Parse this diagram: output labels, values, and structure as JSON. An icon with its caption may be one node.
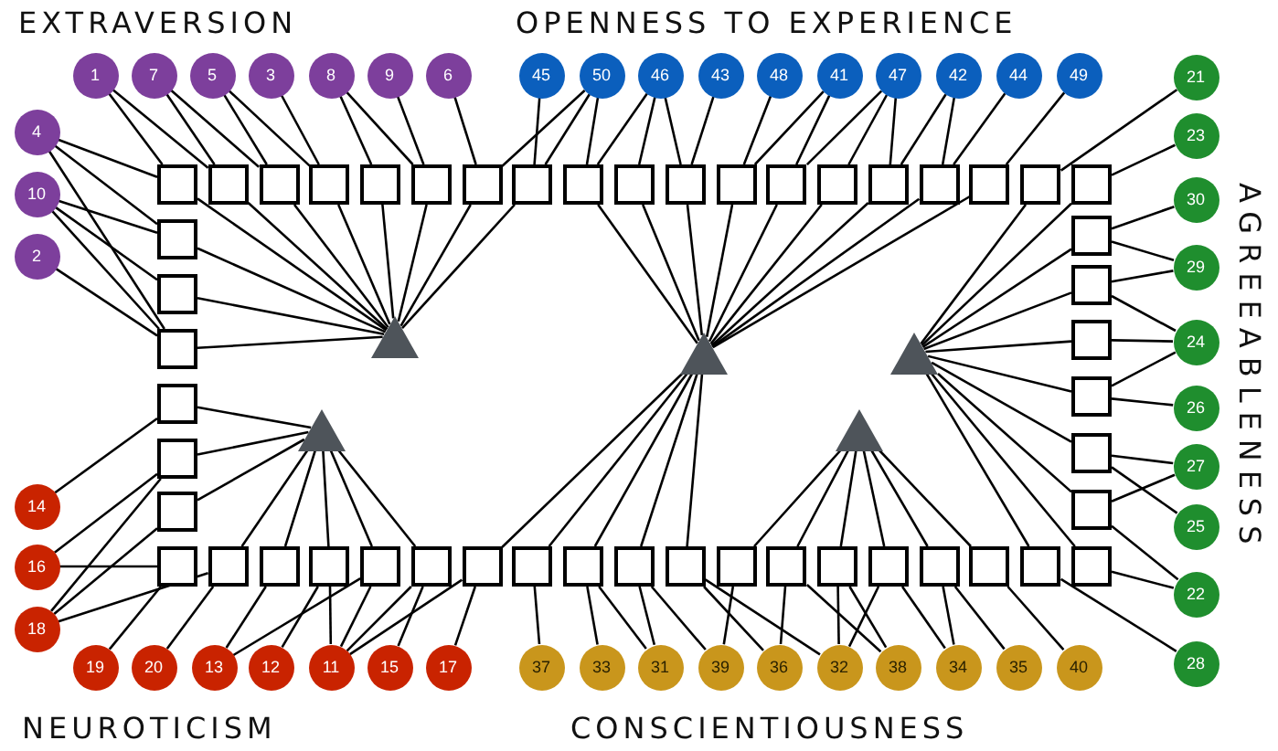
{
  "diagram": {
    "nodes": [
      {
        "text": [
          "1"
        ]
      },
      {
        "text": [
          "7"
        ]
      },
      {
        "text": [
          "5"
        ]
      },
      {
        "text": [
          "3"
        ]
      },
      {
        "text": [
          "8"
        ]
      },
      {
        "text": [
          "9"
        ]
      },
      {
        "text": [
          "6"
        ]
      },
      {
        "text": [
          "45"
        ]
      },
      {
        "text": [
          "50"
        ]
      },
      {
        "text": [
          "46"
        ]
      },
      {
        "text": [
          "43"
        ]
      },
      {
        "text": [
          "48"
        ]
      },
      {
        "text": [
          "41"
        ]
      },
      {
        "text": [
          "47"
        ]
      },
      {
        "text": [
          "42"
        ]
      },
      {
        "text": [
          "44"
        ]
      },
      {
        "text": [
          "49"
        ]
      },
      {
        "text": [
          "21"
        ]
      },
      {
        "text": [
          "4"
        ]
      },
      {
        "text": [
          "23"
        ]
      },
      {
        "text": [
          "10"
        ]
      },
      {
        "text": [
          "30"
        ]
      },
      {
        "text": [
          "2"
        ]
      },
      {
        "text": [
          "29"
        ]
      },
      {
        "text": [],
        "shape": "box"
      },
      {
        "text": [],
        "shape": "box"
      },
      {
        "text": [],
        "shape": "box"
      },
      {
        "text": [],
        "shape": "box"
      },
      {
        "text": [],
        "shape": "box"
      },
      {
        "text": [],
        "shape": "box"
      },
      {
        "text": [],
        "shape": "box"
      },
      {
        "text": [],
        "shape": "box"
      },
      {
        "text": [],
        "shape": "box"
      },
      {
        "text": [],
        "shape": "box"
      },
      {
        "text": [],
        "shape": "box"
      },
      {
        "text": [],
        "shape": "box"
      },
      {
        "text": [],
        "shape": "box"
      },
      {
        "text": [],
        "shape": "box"
      },
      {
        "text": [],
        "shape": "box"
      },
      {
        "text": [],
        "shape": "box"
      },
      {
        "text": [],
        "shape": "box"
      },
      {
        "text": [],
        "shape": "box"
      },
      {
        "text": [],
        "shape": "box"
      },
      {
        "text": [],
        "shape": "box"
      },
      {
        "text": [],
        "shape": "box"
      },
      {
        "text": [],
        "shape": "box"
      },
      {
        "text": [],
        "shape": "box"
      },
      {
        "text": [],
        "shape": "box"
      },
      {
        "text": [],
        "shape": "box"
      },
      {
        "text": [],
        "shape": "box"
      },
      {
        "text": [],
        "shape": "box"
      },
      {
        "text": [],
        "shape": "box"
      },
      {
        "text": [],
        "shape": "box"
      },
      {
        "text": [],
        "shape": "box"
      },
      {
        "text": [],
        "shape": "box"
      },
      {
        "text": [],
        "shape": "triangle"
      },
      {
        "text": [],
        "shape": "triangle"
      },
      {
        "text": [],
        "shape": "triangle"
      },
      {
        "text": [],
        "shape": "triangle"
      },
      {
        "text": [],
        "shape": "triangle"
      },
      {
        "text": [
          "24"
        ]
      },
      {
        "text": [
          "26"
        ]
      },
      {
        "text": [
          "27"
        ]
      },
      {
        "text": [
          "14"
        ]
      },
      {
        "text": [
          "25"
        ]
      },
      {
        "text": [
          "16"
        ]
      },
      {
        "text": [
          "22"
        ]
      },
      {
        "text": [
          "18"
        ]
      },
      {
        "text": [],
        "shape": "box"
      },
      {
        "text": [],
        "shape": "box"
      },
      {
        "text": [],
        "shape": "box"
      },
      {
        "text": [],
        "shape": "box"
      },
      {
        "text": [],
        "shape": "box"
      },
      {
        "text": [],
        "shape": "box"
      },
      {
        "text": [],
        "shape": "box"
      },
      {
        "text": [],
        "shape": "box"
      },
      {
        "text": [],
        "shape": "box"
      },
      {
        "text": [],
        "shape": "box"
      },
      {
        "text": [],
        "shape": "box"
      },
      {
        "text": [],
        "shape": "box"
      },
      {
        "text": [],
        "shape": "box"
      },
      {
        "text": [],
        "shape": "box"
      },
      {
        "text": [],
        "shape": "box"
      },
      {
        "text": [],
        "shape": "box"
      },
      {
        "text": [],
        "shape": "box"
      },
      {
        "text": [],
        "shape": "box"
      },
      {
        "text": [],
        "shape": "box"
      },
      {
        "text": [
          "19"
        ]
      },
      {
        "text": [
          "20"
        ]
      },
      {
        "text": [
          "13"
        ]
      },
      {
        "text": [
          "12"
        ]
      },
      {
        "text": [
          "11"
        ]
      },
      {
        "text": [
          "15"
        ]
      },
      {
        "text": [
          "17"
        ]
      },
      {
        "text": [
          "37"
        ]
      },
      {
        "text": [
          "33"
        ]
      },
      {
        "text": [
          "31"
        ]
      },
      {
        "text": [
          "39"
        ]
      },
      {
        "text": [
          "36"
        ]
      },
      {
        "text": [
          "32"
        ]
      },
      {
        "text": [
          "38"
        ]
      },
      {
        "text": [
          "34"
        ]
      },
      {
        "text": [
          "35"
        ]
      },
      {
        "text": [
          "40"
        ]
      },
      {
        "text": [
          "28"
        ]
      }
    ],
    "edges": [
      {
        "from": 0,
        "to": 24,
        "arrow": "none"
      },
      {
        "from": 0,
        "to": 25,
        "arrow": "none"
      },
      {
        "from": 1,
        "to": 25,
        "arrow": "none"
      },
      {
        "from": 1,
        "to": 26,
        "arrow": "none"
      },
      {
        "from": 2,
        "to": 26,
        "arrow": "none"
      },
      {
        "from": 2,
        "to": 27,
        "arrow": "none"
      },
      {
        "from": 3,
        "to": 27,
        "arrow": "none"
      },
      {
        "from": 4,
        "to": 28,
        "arrow": "none"
      },
      {
        "from": 4,
        "to": 29,
        "arrow": "none"
      },
      {
        "from": 5,
        "to": 29,
        "arrow": "none"
      },
      {
        "from": 6,
        "to": 30,
        "arrow": "none"
      },
      {
        "from": 18,
        "to": 24,
        "arrow": "none"
      },
      {
        "from": 18,
        "to": 43,
        "arrow": "none"
      },
      {
        "from": 18,
        "to": 45,
        "arrow": "none"
      },
      {
        "from": 20,
        "to": 43,
        "arrow": "none"
      },
      {
        "from": 20,
        "to": 44,
        "arrow": "none"
      },
      {
        "from": 20,
        "to": 45,
        "arrow": "none"
      },
      {
        "from": 22,
        "to": 45,
        "arrow": "none"
      },
      {
        "from": 55,
        "to": 24,
        "arrow": "none"
      },
      {
        "from": 55,
        "to": 25,
        "arrow": "none"
      },
      {
        "from": 55,
        "to": 26,
        "arrow": "none"
      },
      {
        "from": 55,
        "to": 27,
        "arrow": "none"
      },
      {
        "from": 55,
        "to": 28,
        "arrow": "none"
      },
      {
        "from": 55,
        "to": 29,
        "arrow": "none"
      },
      {
        "from": 55,
        "to": 30,
        "arrow": "none"
      },
      {
        "from": 55,
        "to": 31,
        "arrow": "none"
      },
      {
        "from": 55,
        "to": 43,
        "arrow": "none"
      },
      {
        "from": 55,
        "to": 44,
        "arrow": "none"
      },
      {
        "from": 55,
        "to": 45,
        "arrow": "none"
      },
      {
        "from": 7,
        "to": 31,
        "arrow": "none"
      },
      {
        "from": 8,
        "to": 30,
        "arrow": "none"
      },
      {
        "from": 8,
        "to": 31,
        "arrow": "none"
      },
      {
        "from": 8,
        "to": 32,
        "arrow": "none"
      },
      {
        "from": 9,
        "to": 32,
        "arrow": "none"
      },
      {
        "from": 9,
        "to": 33,
        "arrow": "none"
      },
      {
        "from": 9,
        "to": 34,
        "arrow": "none"
      },
      {
        "from": 10,
        "to": 34,
        "arrow": "none"
      },
      {
        "from": 11,
        "to": 35,
        "arrow": "none"
      },
      {
        "from": 12,
        "to": 35,
        "arrow": "none"
      },
      {
        "from": 12,
        "to": 36,
        "arrow": "none"
      },
      {
        "from": 13,
        "to": 36,
        "arrow": "none"
      },
      {
        "from": 13,
        "to": 37,
        "arrow": "none"
      },
      {
        "from": 13,
        "to": 38,
        "arrow": "none"
      },
      {
        "from": 14,
        "to": 38,
        "arrow": "none"
      },
      {
        "from": 14,
        "to": 39,
        "arrow": "none"
      },
      {
        "from": 15,
        "to": 39,
        "arrow": "none"
      },
      {
        "from": 16,
        "to": 40,
        "arrow": "none"
      },
      {
        "from": 56,
        "to": 32,
        "arrow": "none"
      },
      {
        "from": 56,
        "to": 33,
        "arrow": "none"
      },
      {
        "from": 56,
        "to": 34,
        "arrow": "none"
      },
      {
        "from": 56,
        "to": 35,
        "arrow": "none"
      },
      {
        "from": 56,
        "to": 36,
        "arrow": "none"
      },
      {
        "from": 56,
        "to": 37,
        "arrow": "none"
      },
      {
        "from": 56,
        "to": 38,
        "arrow": "none"
      },
      {
        "from": 56,
        "to": 39,
        "arrow": "none"
      },
      {
        "from": 56,
        "to": 40,
        "arrow": "none"
      },
      {
        "from": 56,
        "to": 74,
        "arrow": "none"
      },
      {
        "from": 56,
        "to": 75,
        "arrow": "none"
      },
      {
        "from": 56,
        "to": 76,
        "arrow": "none"
      },
      {
        "from": 56,
        "to": 77,
        "arrow": "none"
      },
      {
        "from": 56,
        "to": 78,
        "arrow": "none"
      },
      {
        "from": 17,
        "to": 41,
        "arrow": "none"
      },
      {
        "from": 19,
        "to": 42,
        "arrow": "none"
      },
      {
        "from": 21,
        "to": 49,
        "arrow": "none"
      },
      {
        "from": 23,
        "to": 49,
        "arrow": "none"
      },
      {
        "from": 23,
        "to": 50,
        "arrow": "none"
      },
      {
        "from": 60,
        "to": 50,
        "arrow": "none"
      },
      {
        "from": 60,
        "to": 51,
        "arrow": "none"
      },
      {
        "from": 60,
        "to": 52,
        "arrow": "none"
      },
      {
        "from": 61,
        "to": 52,
        "arrow": "none"
      },
      {
        "from": 62,
        "to": 53,
        "arrow": "none"
      },
      {
        "from": 62,
        "to": 54,
        "arrow": "none"
      },
      {
        "from": 64,
        "to": 53,
        "arrow": "none"
      },
      {
        "from": 66,
        "to": 54,
        "arrow": "none"
      },
      {
        "from": 66,
        "to": 86,
        "arrow": "none"
      },
      {
        "from": 104,
        "to": 85,
        "arrow": "none"
      },
      {
        "from": 57,
        "to": 41,
        "arrow": "none"
      },
      {
        "from": 57,
        "to": 42,
        "arrow": "none"
      },
      {
        "from": 57,
        "to": 49,
        "arrow": "none"
      },
      {
        "from": 57,
        "to": 50,
        "arrow": "none"
      },
      {
        "from": 57,
        "to": 51,
        "arrow": "none"
      },
      {
        "from": 57,
        "to": 52,
        "arrow": "none"
      },
      {
        "from": 57,
        "to": 53,
        "arrow": "none"
      },
      {
        "from": 57,
        "to": 54,
        "arrow": "none"
      },
      {
        "from": 57,
        "to": 85,
        "arrow": "none"
      },
      {
        "from": 57,
        "to": 86,
        "arrow": "none"
      },
      {
        "from": 63,
        "to": 46,
        "arrow": "none"
      },
      {
        "from": 65,
        "to": 47,
        "arrow": "none"
      },
      {
        "from": 65,
        "to": 68,
        "arrow": "none"
      },
      {
        "from": 67,
        "to": 47,
        "arrow": "none"
      },
      {
        "from": 67,
        "to": 48,
        "arrow": "none"
      },
      {
        "from": 67,
        "to": 69,
        "arrow": "none"
      },
      {
        "from": 87,
        "to": 68,
        "arrow": "none"
      },
      {
        "from": 88,
        "to": 69,
        "arrow": "none"
      },
      {
        "from": 89,
        "to": 70,
        "arrow": "none"
      },
      {
        "from": 89,
        "to": 72,
        "arrow": "none"
      },
      {
        "from": 90,
        "to": 71,
        "arrow": "none"
      },
      {
        "from": 91,
        "to": 71,
        "arrow": "none"
      },
      {
        "from": 91,
        "to": 72,
        "arrow": "none"
      },
      {
        "from": 91,
        "to": 73,
        "arrow": "none"
      },
      {
        "from": 91,
        "to": 74,
        "arrow": "none"
      },
      {
        "from": 92,
        "to": 73,
        "arrow": "none"
      },
      {
        "from": 93,
        "to": 74,
        "arrow": "none"
      },
      {
        "from": 58,
        "to": 46,
        "arrow": "none"
      },
      {
        "from": 58,
        "to": 47,
        "arrow": "none"
      },
      {
        "from": 58,
        "to": 48,
        "arrow": "none"
      },
      {
        "from": 58,
        "to": 69,
        "arrow": "none"
      },
      {
        "from": 58,
        "to": 70,
        "arrow": "none"
      },
      {
        "from": 58,
        "to": 71,
        "arrow": "none"
      },
      {
        "from": 58,
        "to": 72,
        "arrow": "none"
      },
      {
        "from": 58,
        "to": 73,
        "arrow": "none"
      },
      {
        "from": 94,
        "to": 75,
        "arrow": "none"
      },
      {
        "from": 95,
        "to": 76,
        "arrow": "none"
      },
      {
        "from": 96,
        "to": 76,
        "arrow": "none"
      },
      {
        "from": 96,
        "to": 77,
        "arrow": "none"
      },
      {
        "from": 97,
        "to": 77,
        "arrow": "none"
      },
      {
        "from": 97,
        "to": 79,
        "arrow": "none"
      },
      {
        "from": 98,
        "to": 78,
        "arrow": "none"
      },
      {
        "from": 98,
        "to": 80,
        "arrow": "none"
      },
      {
        "from": 99,
        "to": 78,
        "arrow": "none"
      },
      {
        "from": 99,
        "to": 81,
        "arrow": "none"
      },
      {
        "from": 99,
        "to": 82,
        "arrow": "none"
      },
      {
        "from": 100,
        "to": 80,
        "arrow": "none"
      },
      {
        "from": 100,
        "to": 81,
        "arrow": "none"
      },
      {
        "from": 101,
        "to": 82,
        "arrow": "none"
      },
      {
        "from": 101,
        "to": 83,
        "arrow": "none"
      },
      {
        "from": 102,
        "to": 83,
        "arrow": "none"
      },
      {
        "from": 103,
        "to": 84,
        "arrow": "none"
      },
      {
        "from": 59,
        "to": 79,
        "arrow": "none"
      },
      {
        "from": 59,
        "to": 80,
        "arrow": "none"
      },
      {
        "from": 59,
        "to": 81,
        "arrow": "none"
      },
      {
        "from": 59,
        "to": 82,
        "arrow": "none"
      },
      {
        "from": 59,
        "to": 83,
        "arrow": "none"
      },
      {
        "from": 59,
        "to": 84,
        "arrow": "none"
      }
    ],
    "labels": [
      "EXTRAVERSION",
      "OPENNESS TO EXPERIENCE",
      "AGREEABLENESS",
      "NEUROTICISM",
      "CONSCIENTIOUSNESS"
    ]
  }
}
